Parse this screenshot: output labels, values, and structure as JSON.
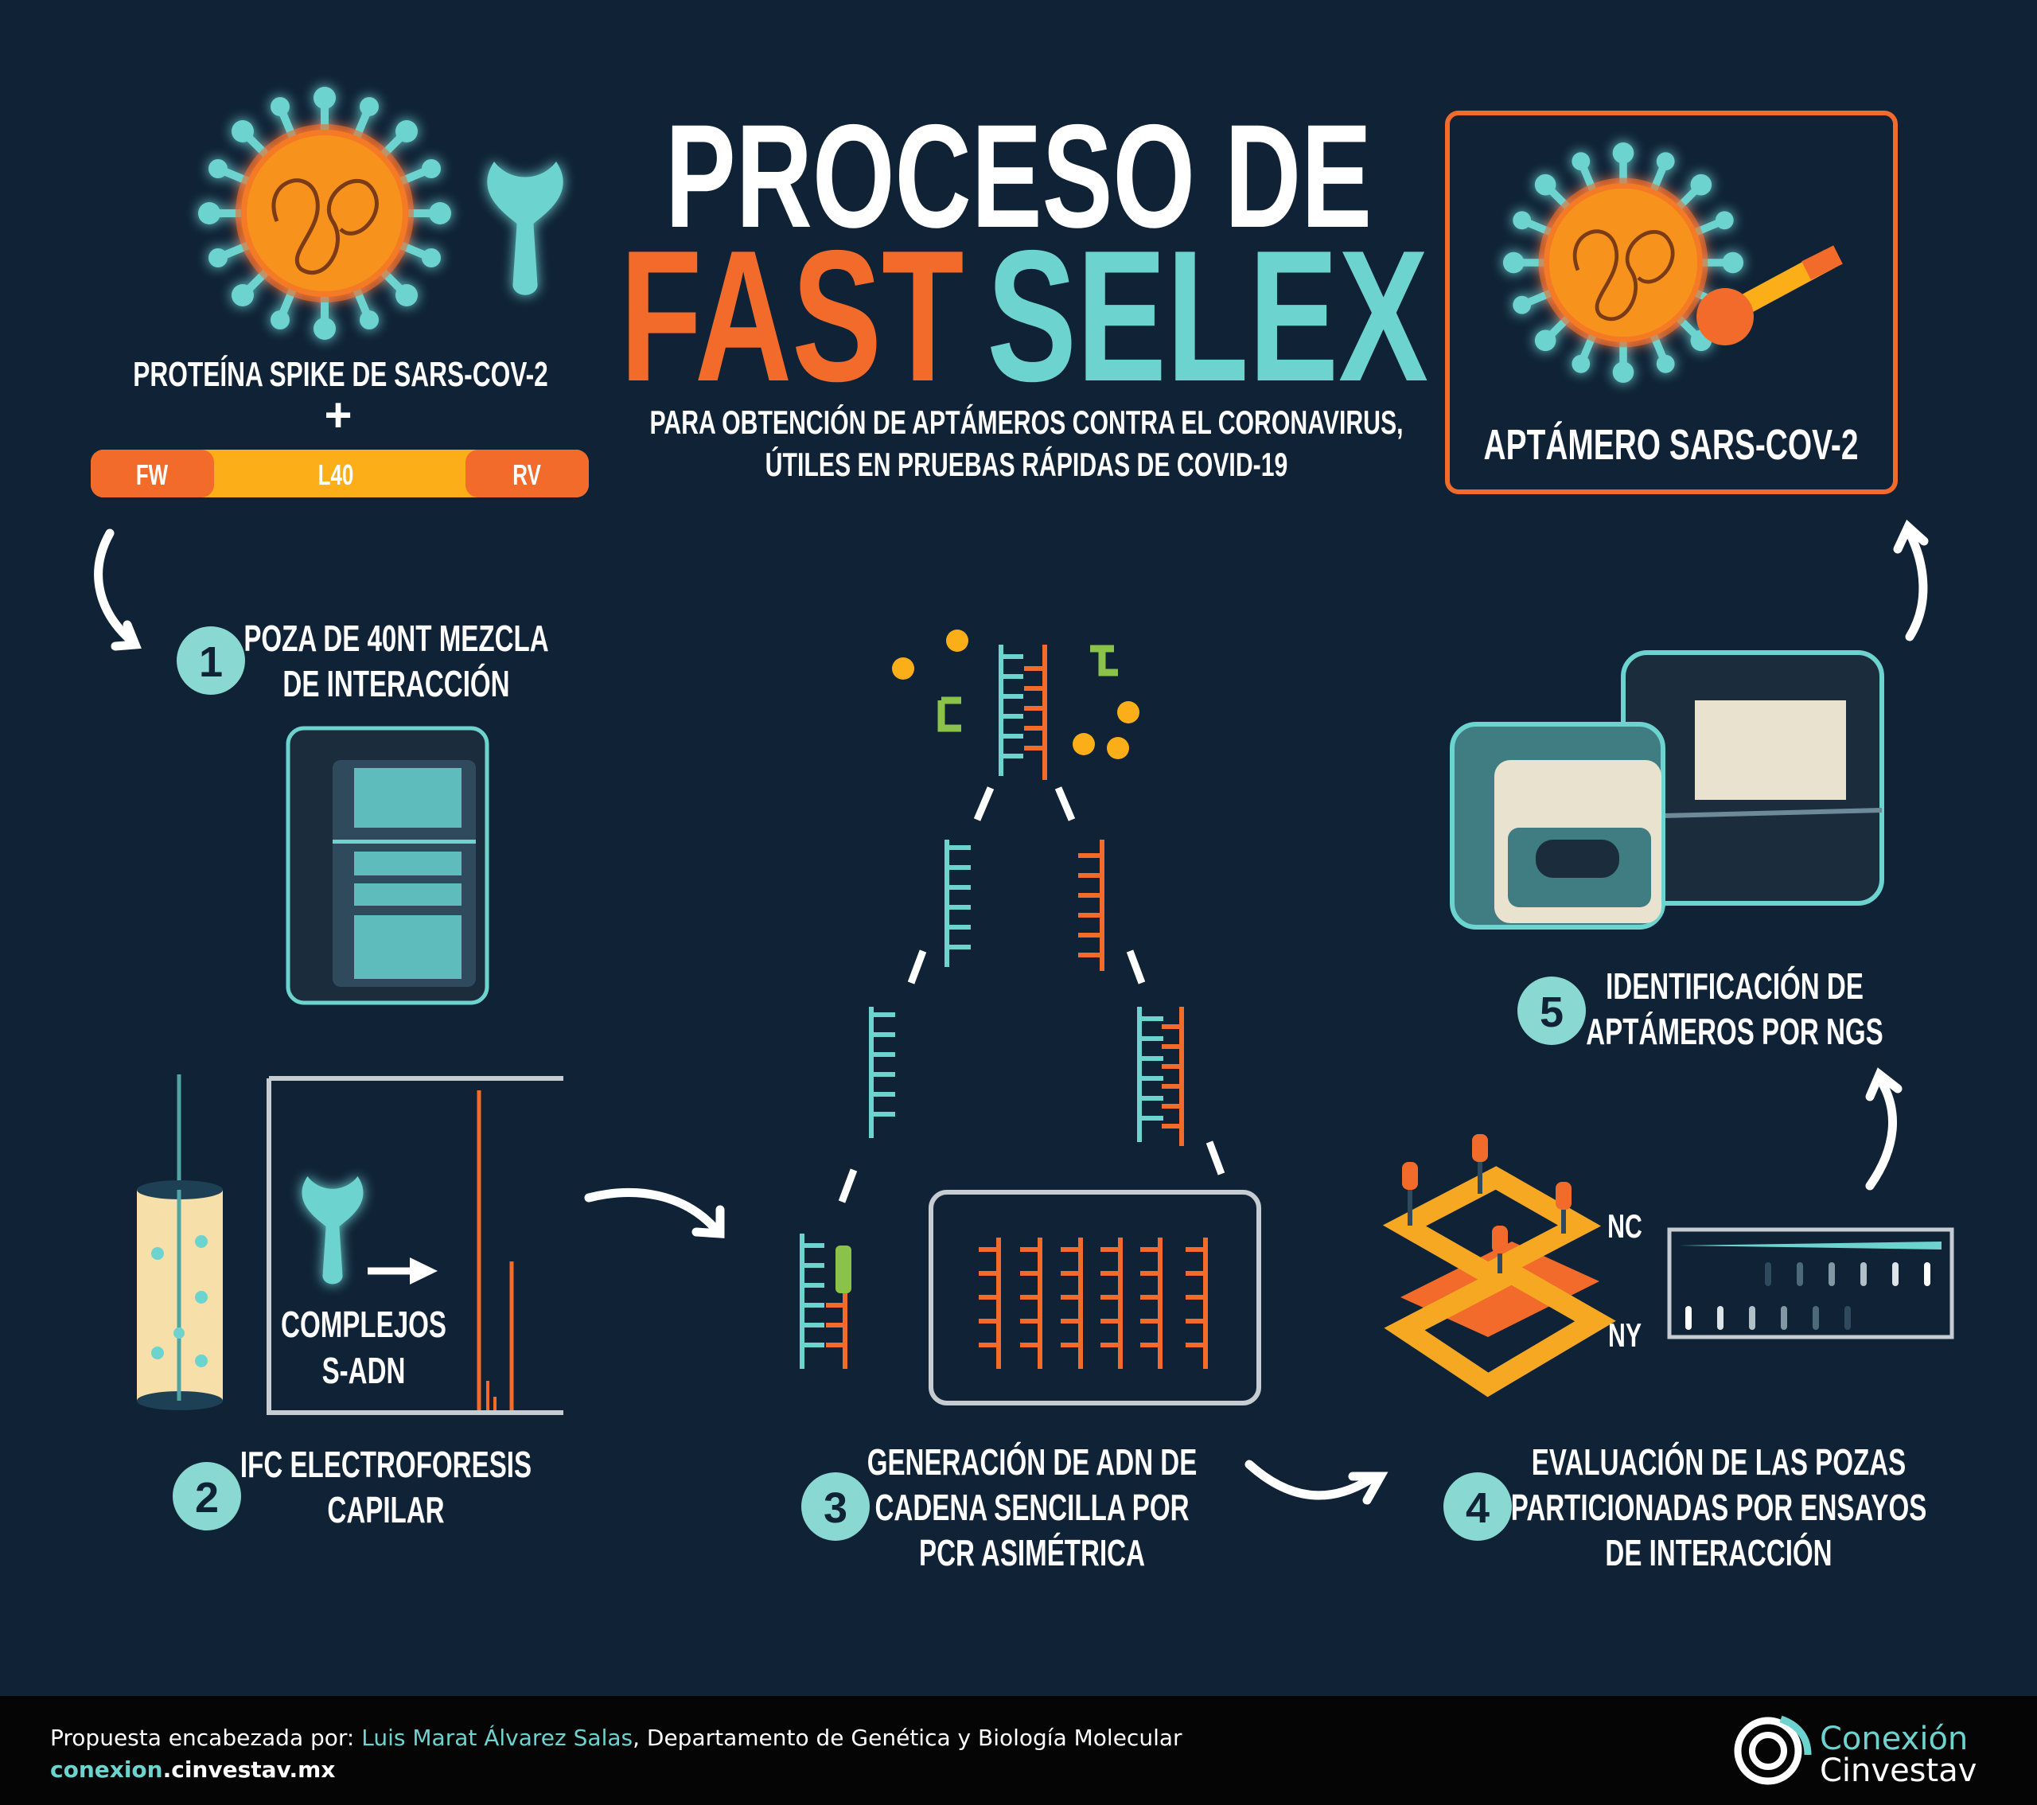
{
  "title": {
    "line1": "PROCESO DE",
    "fast": "FAST",
    "selex": "SELEX",
    "subtitle_line1": "PARA OBTENCIÓN DE APTÁMEROS CONTRA EL CORONAVIRUS,",
    "subtitle_line2": "ÚTILES EN PRUEBAS RÁPIDAS DE COVID-19"
  },
  "inputs": {
    "protein_label": "PROTEÍNA SPIKE DE SARS-COV-2",
    "plus": "+",
    "bar": {
      "fw": "FW",
      "l40": "L40",
      "rv": "RV"
    }
  },
  "result_box": {
    "label": "APTÁMERO SARS-COV-2"
  },
  "steps": [
    {
      "number": "1",
      "lines": [
        "POZA DE 40NT MEZCLA",
        "DE INTERACCIÓN"
      ]
    },
    {
      "number": "2",
      "lines": [
        "IFC ELECTROFORESIS",
        "CAPILAR"
      ]
    },
    {
      "number": "3",
      "lines": [
        "GENERACIÓN DE ADN DE",
        "CADENA SENCILLA POR",
        "PCR ASIMÉTRICA"
      ]
    },
    {
      "number": "4",
      "lines": [
        "EVALUACIÓN DE LAS POZAS",
        "PARTICIONADAS POR ENSAYOS",
        "DE INTERACCIÓN"
      ]
    },
    {
      "number": "5",
      "lines": [
        "IDENTIFICACIÓN DE",
        "APTÁMEROS POR NGS"
      ]
    }
  ],
  "electrophoresis": {
    "line1": "COMPLEJOS",
    "line2": "S-ADN"
  },
  "evaluation": {
    "nc": "NC",
    "ny": "NY"
  },
  "footer": {
    "prefix": "Propuesta encabezada por: ",
    "author": "Luis Marat Álvarez Salas",
    "dept": ", Departamento de Genética y Biología Molecular",
    "url_highlight": "conexion",
    "url_rest": ".cinvestav.mx",
    "logo_line1": "Conexión",
    "logo_line2": "Cinvestav"
  },
  "colors": {
    "background": "#0f2236",
    "orange": "#f26b2a",
    "yellow": "#fbae17",
    "teal": "#6dd3cf",
    "white": "#ffffff"
  }
}
